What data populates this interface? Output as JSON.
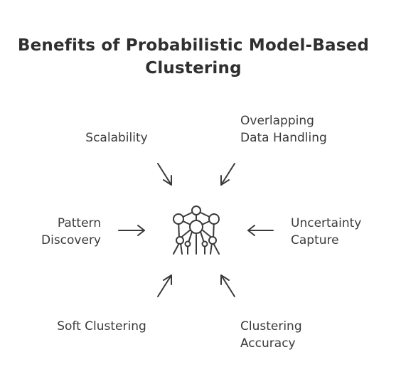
{
  "title": {
    "line1": "Benefits of Probabilistic Model-Based",
    "line2": "Clustering"
  },
  "benefits": {
    "scalability": {
      "lines": [
        "Scalability"
      ]
    },
    "overlap": {
      "lines": [
        "Overlapping",
        "Data Handling"
      ]
    },
    "pattern": {
      "lines": [
        "Pattern",
        "Discovery"
      ]
    },
    "uncertainty": {
      "lines": [
        "Uncertainty",
        "Capture"
      ]
    },
    "soft": {
      "lines": [
        "Soft Clustering"
      ]
    },
    "accuracy": {
      "lines": [
        "Clustering",
        "Accuracy"
      ]
    }
  },
  "center_icon": "network-model-icon",
  "colors": {
    "text": "#333333",
    "stroke": "#3a3a3a",
    "background": "#ffffff"
  }
}
